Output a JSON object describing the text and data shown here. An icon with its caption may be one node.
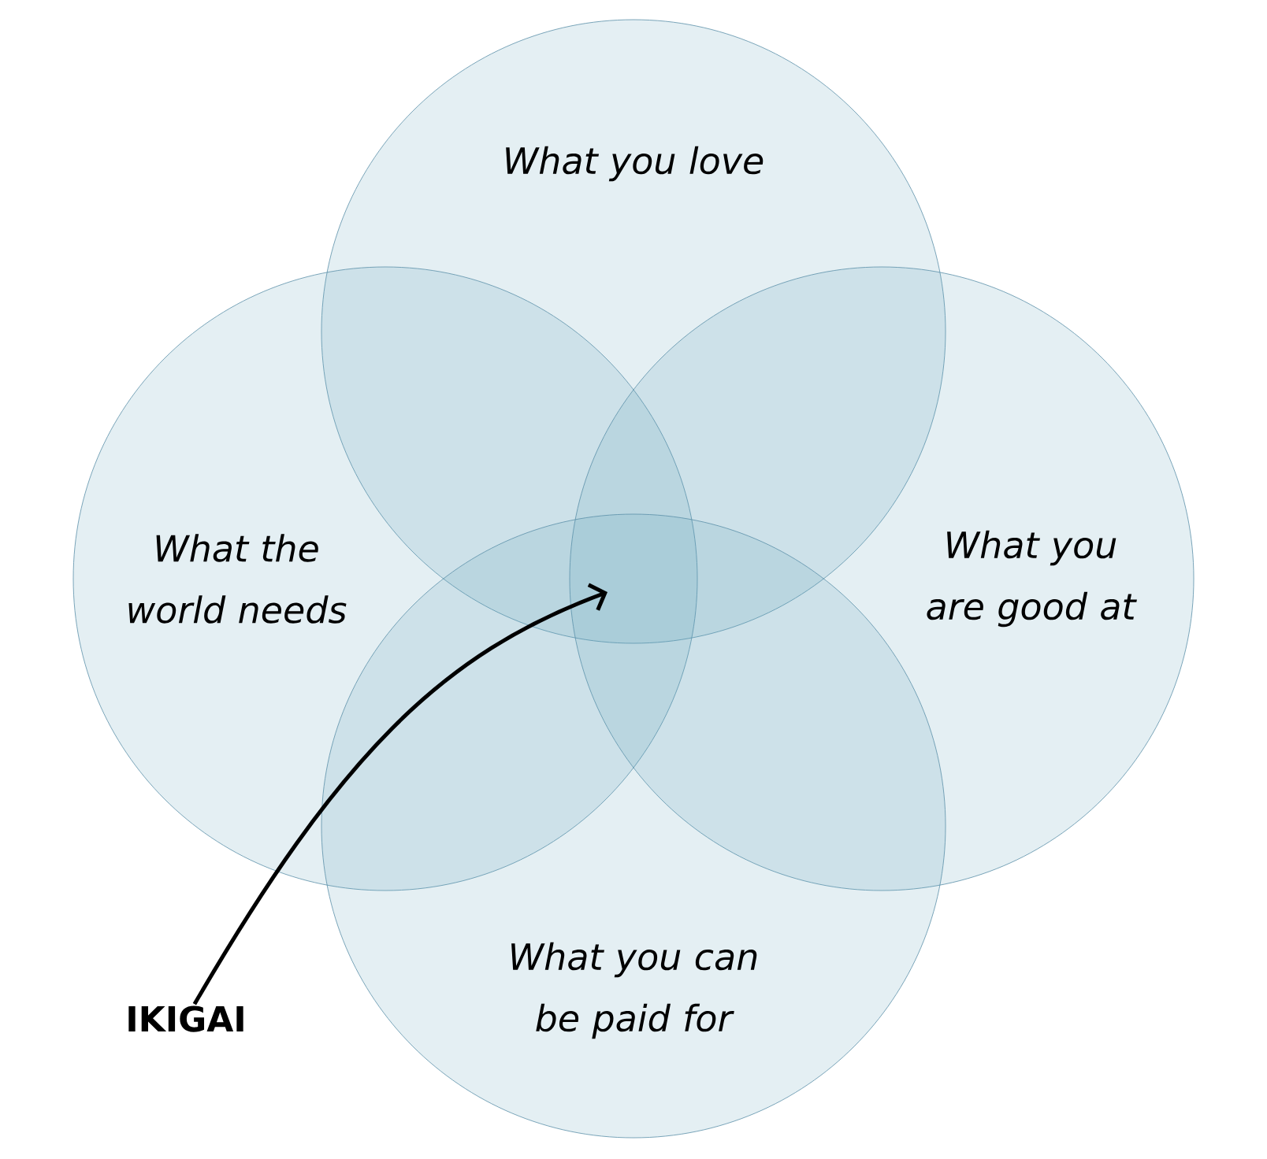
{
  "diagram": {
    "nodes": [
      {
        "text": [
          "What you love"
        ]
      },
      {
        "text": [
          "What the world needs"
        ]
      },
      {
        "text": [
          "What you are good at"
        ]
      },
      {
        "text": [
          "What you can be paid for"
        ]
      },
      {
        "text": [
          "IKIGAI"
        ]
      }
    ],
    "edges": [
      {
        "from": 4,
        "to": 0,
        "arrow": "to"
      }
    ]
  }
}
